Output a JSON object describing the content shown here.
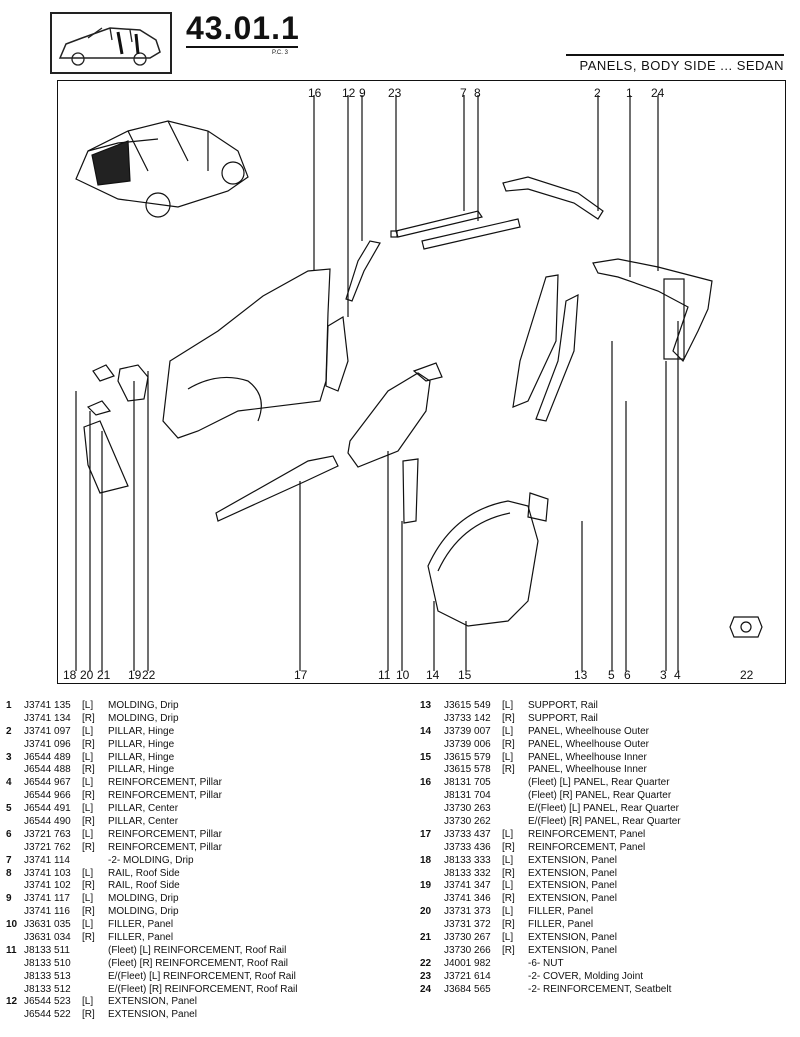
{
  "header": {
    "page_number": "43.01.1",
    "page_code": "P.C. 3",
    "title": "PANELS, BODY SIDE ... SEDAN"
  },
  "diagram": {
    "callouts_top": [
      "16",
      "12",
      "9",
      "23",
      "7",
      "8",
      "2",
      "1",
      "24"
    ],
    "callouts_bottom": [
      "18",
      "20",
      "21",
      "19",
      "22",
      "17",
      "11",
      "10",
      "14",
      "15",
      "13",
      "5",
      "6",
      "3",
      "4",
      "22"
    ]
  },
  "parts_left": [
    {
      "no": "1",
      "pn": "J3741 135",
      "side": "[L]",
      "desc": "MOLDING, Drip"
    },
    {
      "no": "",
      "pn": "J3741 134",
      "side": "[R]",
      "desc": "MOLDING, Drip"
    },
    {
      "no": "2",
      "pn": "J3741 097",
      "side": "[L]",
      "desc": "PILLAR, Hinge"
    },
    {
      "no": "",
      "pn": "J3741 096",
      "side": "[R]",
      "desc": "PILLAR, Hinge"
    },
    {
      "no": "3",
      "pn": "J6544 489",
      "side": "[L]",
      "desc": "PILLAR, Hinge"
    },
    {
      "no": "",
      "pn": "J6544 488",
      "side": "[R]",
      "desc": "PILLAR, Hinge"
    },
    {
      "no": "4",
      "pn": "J6544 967",
      "side": "[L]",
      "desc": "REINFORCEMENT, Pillar"
    },
    {
      "no": "",
      "pn": "J6544 966",
      "side": "[R]",
      "desc": "REINFORCEMENT, Pillar"
    },
    {
      "no": "5",
      "pn": "J6544 491",
      "side": "[L]",
      "desc": "PILLAR, Center"
    },
    {
      "no": "",
      "pn": "J6544 490",
      "side": "[R]",
      "desc": "PILLAR, Center"
    },
    {
      "no": "6",
      "pn": "J3721 763",
      "side": "[L]",
      "desc": "REINFORCEMENT, Pillar"
    },
    {
      "no": "",
      "pn": "J3721 762",
      "side": "[R]",
      "desc": "REINFORCEMENT, Pillar"
    },
    {
      "no": "7",
      "pn": "J3741 114",
      "side": "",
      "desc": "-2- MOLDING, Drip"
    },
    {
      "no": "8",
      "pn": "J3741 103",
      "side": "[L]",
      "desc": "RAIL, Roof Side"
    },
    {
      "no": "",
      "pn": "J3741 102",
      "side": "[R]",
      "desc": "RAIL, Roof Side"
    },
    {
      "no": "9",
      "pn": "J3741 117",
      "side": "[L]",
      "desc": "MOLDING, Drip"
    },
    {
      "no": "",
      "pn": "J3741 116",
      "side": "[R]",
      "desc": "MOLDING, Drip"
    },
    {
      "no": "10",
      "pn": "J3631 035",
      "side": "[L]",
      "desc": "FILLER, Panel"
    },
    {
      "no": "",
      "pn": "J3631 034",
      "side": "[R]",
      "desc": "FILLER, Panel"
    },
    {
      "no": "11",
      "pn": "J8133 511",
      "side": "",
      "desc": "(Fleet) [L]   REINFORCEMENT, Roof Rail"
    },
    {
      "no": "",
      "pn": "J8133 510",
      "side": "",
      "desc": "(Fleet) [R]   REINFORCEMENT, Roof Rail"
    },
    {
      "no": "",
      "pn": "J8133 513",
      "side": "",
      "desc": "E/(Fleet) [L]   REINFORCEMENT, Roof Rail"
    },
    {
      "no": "",
      "pn": "J8133 512",
      "side": "",
      "desc": "E/(Fleet) [R]   REINFORCEMENT, Roof Rail"
    },
    {
      "no": "12",
      "pn": "J6544 523",
      "side": "[L]",
      "desc": "EXTENSION, Panel"
    },
    {
      "no": "",
      "pn": "J6544 522",
      "side": "[R]",
      "desc": "EXTENSION, Panel"
    }
  ],
  "parts_right": [
    {
      "no": "13",
      "pn": "J3615 549",
      "side": "[L]",
      "desc": "SUPPORT, Rail"
    },
    {
      "no": "",
      "pn": "J3733 142",
      "side": "[R]",
      "desc": "SUPPORT, Rail"
    },
    {
      "no": "14",
      "pn": "J3739 007",
      "side": "[L]",
      "desc": "PANEL, Wheelhouse Outer"
    },
    {
      "no": "",
      "pn": "J3739 006",
      "side": "[R]",
      "desc": "PANEL, Wheelhouse Outer"
    },
    {
      "no": "15",
      "pn": "J3615 579",
      "side": "[L]",
      "desc": "PANEL, Wheelhouse Inner"
    },
    {
      "no": "",
      "pn": "J3615 578",
      "side": "[R]",
      "desc": "PANEL, Wheelhouse Inner"
    },
    {
      "no": "16",
      "pn": "J8131 705",
      "side": "",
      "desc": "(Fleet) [L]   PANEL, Rear Quarter"
    },
    {
      "no": "",
      "pn": "J8131 704",
      "side": "",
      "desc": "(Fleet) [R]   PANEL, Rear Quarter"
    },
    {
      "no": "",
      "pn": "J3730 263",
      "side": "",
      "desc": "E/(Fleet) [L]   PANEL, Rear Quarter"
    },
    {
      "no": "",
      "pn": "J3730 262",
      "side": "",
      "desc": "E/(Fleet) [R]   PANEL, Rear Quarter"
    },
    {
      "no": "17",
      "pn": "J3733 437",
      "side": "[L]",
      "desc": "REINFORCEMENT, Panel"
    },
    {
      "no": "",
      "pn": "J3733 436",
      "side": "[R]",
      "desc": "REINFORCEMENT, Panel"
    },
    {
      "no": "18",
      "pn": "J8133 333",
      "side": "[L]",
      "desc": "EXTENSION, Panel"
    },
    {
      "no": "",
      "pn": "J8133 332",
      "side": "[R]",
      "desc": "EXTENSION, Panel"
    },
    {
      "no": "19",
      "pn": "J3741 347",
      "side": "[L]",
      "desc": "EXTENSION, Panel"
    },
    {
      "no": "",
      "pn": "J3741 346",
      "side": "[R]",
      "desc": "EXTENSION, Panel"
    },
    {
      "no": "20",
      "pn": "J3731 373",
      "side": "[L]",
      "desc": "FILLER, Panel"
    },
    {
      "no": "",
      "pn": "J3731 372",
      "side": "[R]",
      "desc": "FILLER, Panel"
    },
    {
      "no": "21",
      "pn": "J3730 267",
      "side": "[L]",
      "desc": "EXTENSION, Panel"
    },
    {
      "no": "",
      "pn": "J3730 266",
      "side": "[R]",
      "desc": "EXTENSION, Panel"
    },
    {
      "no": "22",
      "pn": "J4001 982",
      "side": "",
      "desc": "-6- NUT"
    },
    {
      "no": "23",
      "pn": "J3721 614",
      "side": "",
      "desc": "-2- COVER, Molding Joint"
    },
    {
      "no": "24",
      "pn": "J3684 565",
      "side": "",
      "desc": "-2- REINFORCEMENT, Seatbelt"
    }
  ]
}
